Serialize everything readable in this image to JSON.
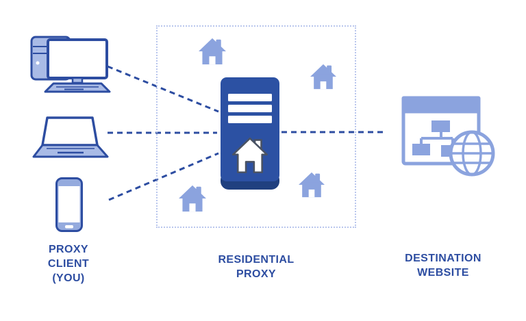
{
  "colors": {
    "primary": "#2d4da1",
    "text": "#2d4da1",
    "server": "#2c51a3",
    "server-shadow": "#20407f",
    "light": "#8ba3de",
    "light-fill": "#a9bbe6",
    "phone-frame": "#94aade",
    "box-border": "#b9c6ed",
    "house-outline": "#4a5364"
  },
  "nodes": {
    "client": {
      "label_lines": [
        "PROXY",
        "CLIENT",
        "(YOU)"
      ],
      "icons": [
        "desktop-computer-icon",
        "laptop-icon",
        "smartphone-icon"
      ]
    },
    "proxy": {
      "label_lines": [
        "RESIDENTIAL",
        "PROXY"
      ],
      "icon": "proxy-server-icon",
      "house_icon_count": 4
    },
    "destination": {
      "label_lines": [
        "DESTINATION",
        "WEBSITE"
      ],
      "icon": "website-globe-icon"
    }
  },
  "connections": [
    {
      "from": "desktop-computer",
      "to": "proxy-server",
      "style": "dashed"
    },
    {
      "from": "laptop",
      "to": "proxy-server",
      "style": "dashed"
    },
    {
      "from": "smartphone",
      "to": "proxy-server",
      "style": "dashed"
    },
    {
      "from": "proxy-server",
      "to": "destination-website",
      "style": "dashed"
    }
  ]
}
